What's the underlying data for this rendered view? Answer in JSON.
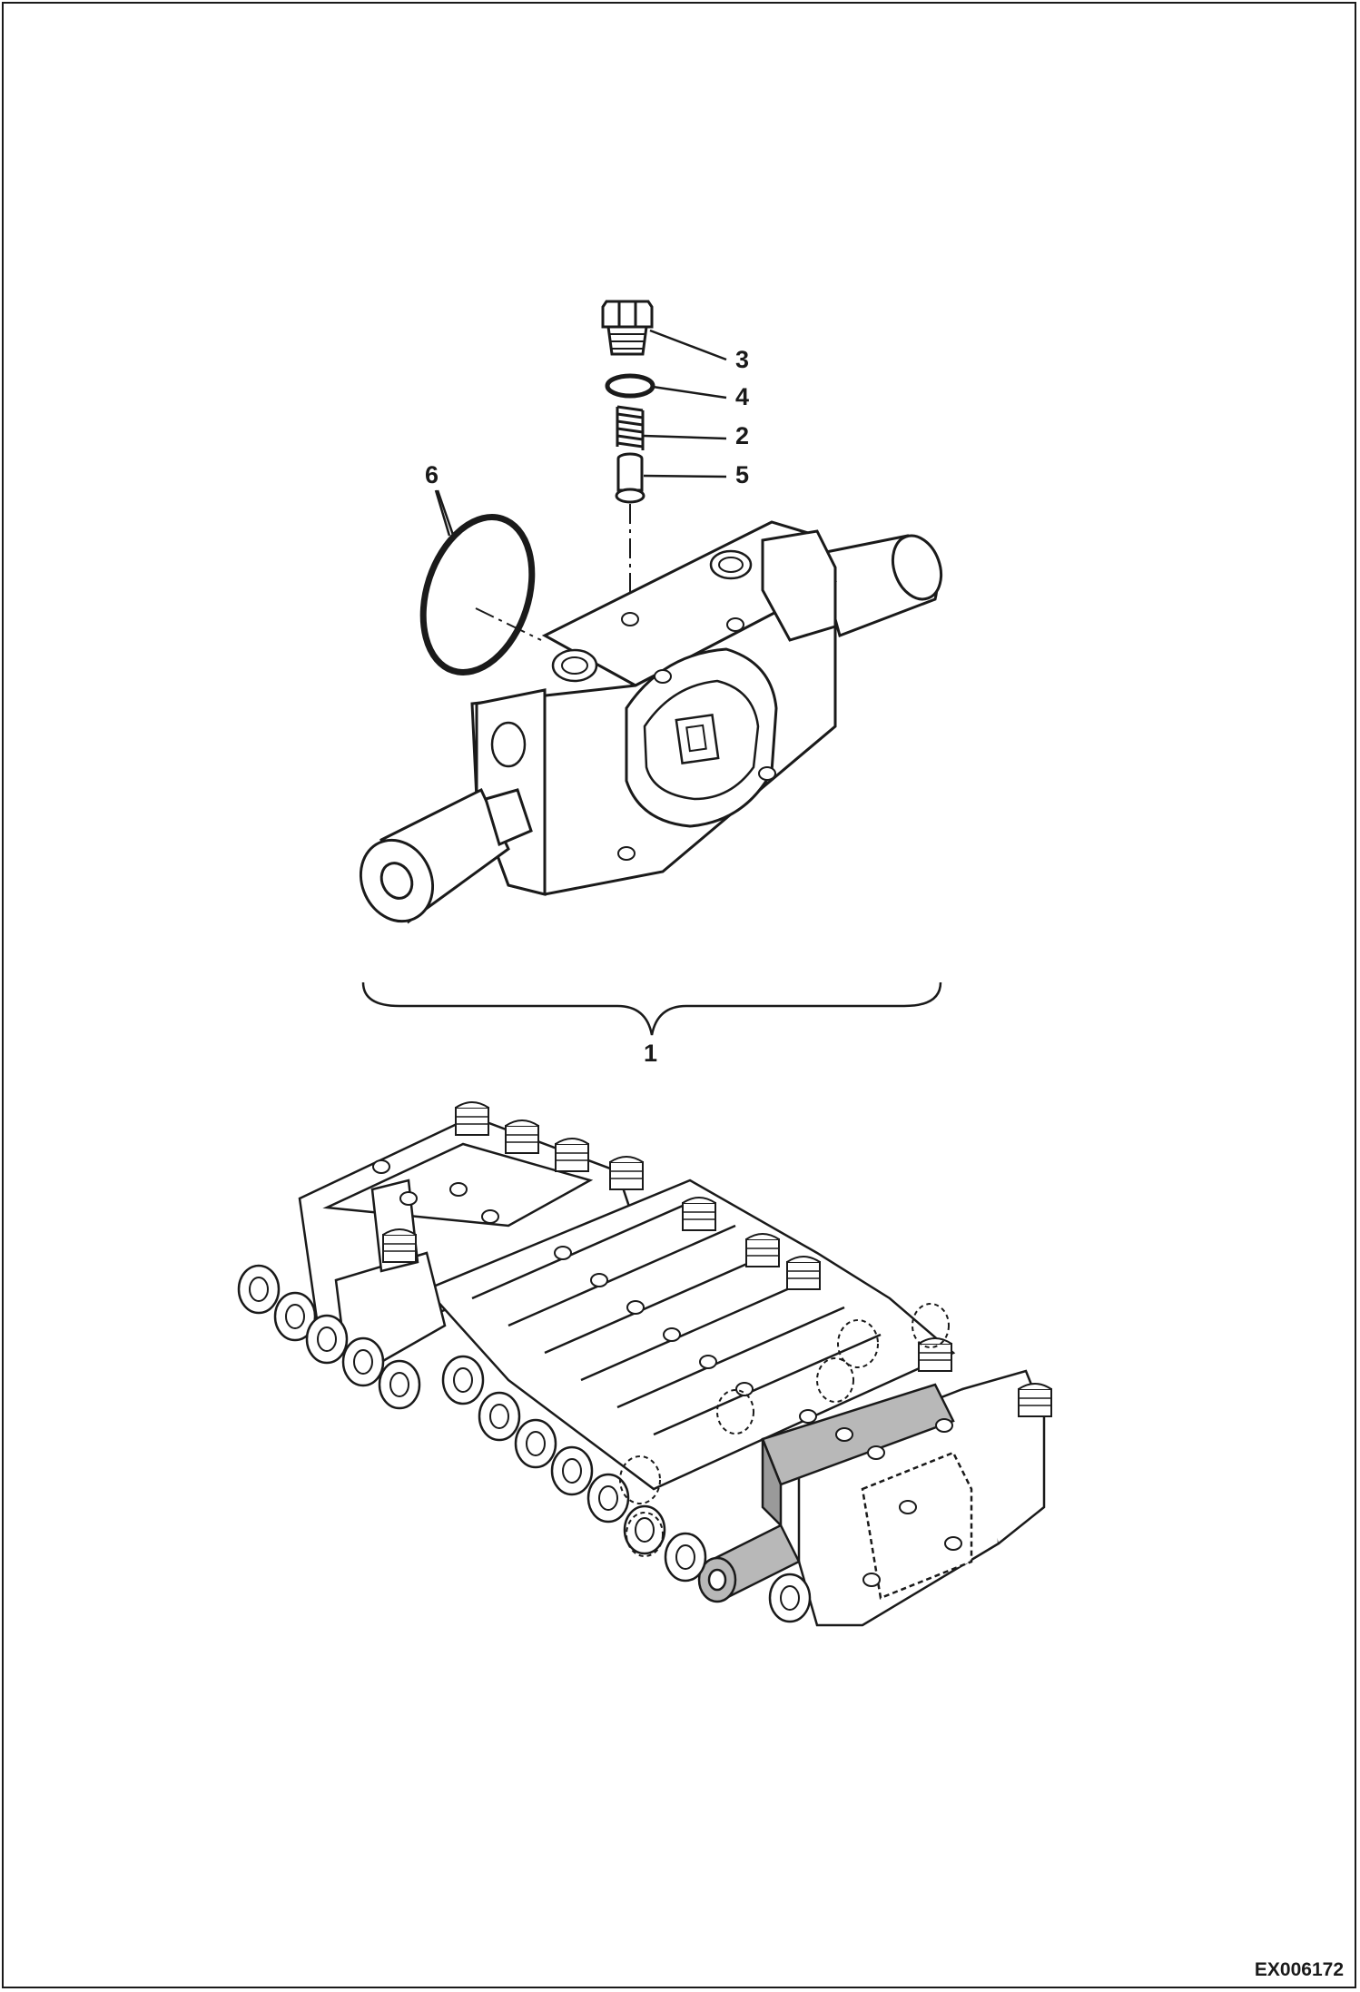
{
  "figure_id": "EX006172",
  "callouts": {
    "c1": "1",
    "c2": "2",
    "c3": "3",
    "c4": "4",
    "c5": "5",
    "c6": "6"
  },
  "colors": {
    "line": "#1a1a1a",
    "highlight": "#b8b8b8",
    "background": "#ffffff"
  }
}
